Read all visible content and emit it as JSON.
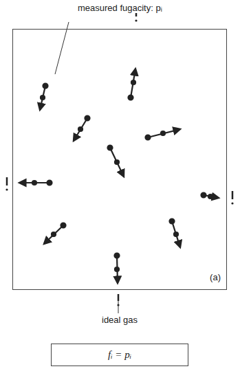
{
  "diagram": {
    "nodes": [
      {
        "text": [
          "(a)"
        ]
      },
      {
        "text": [
          "fᵢ = pᵢ"
        ]
      }
    ],
    "labels": [
      "measured fugacity: pᵢ",
      "ideal gas"
    ]
  }
}
